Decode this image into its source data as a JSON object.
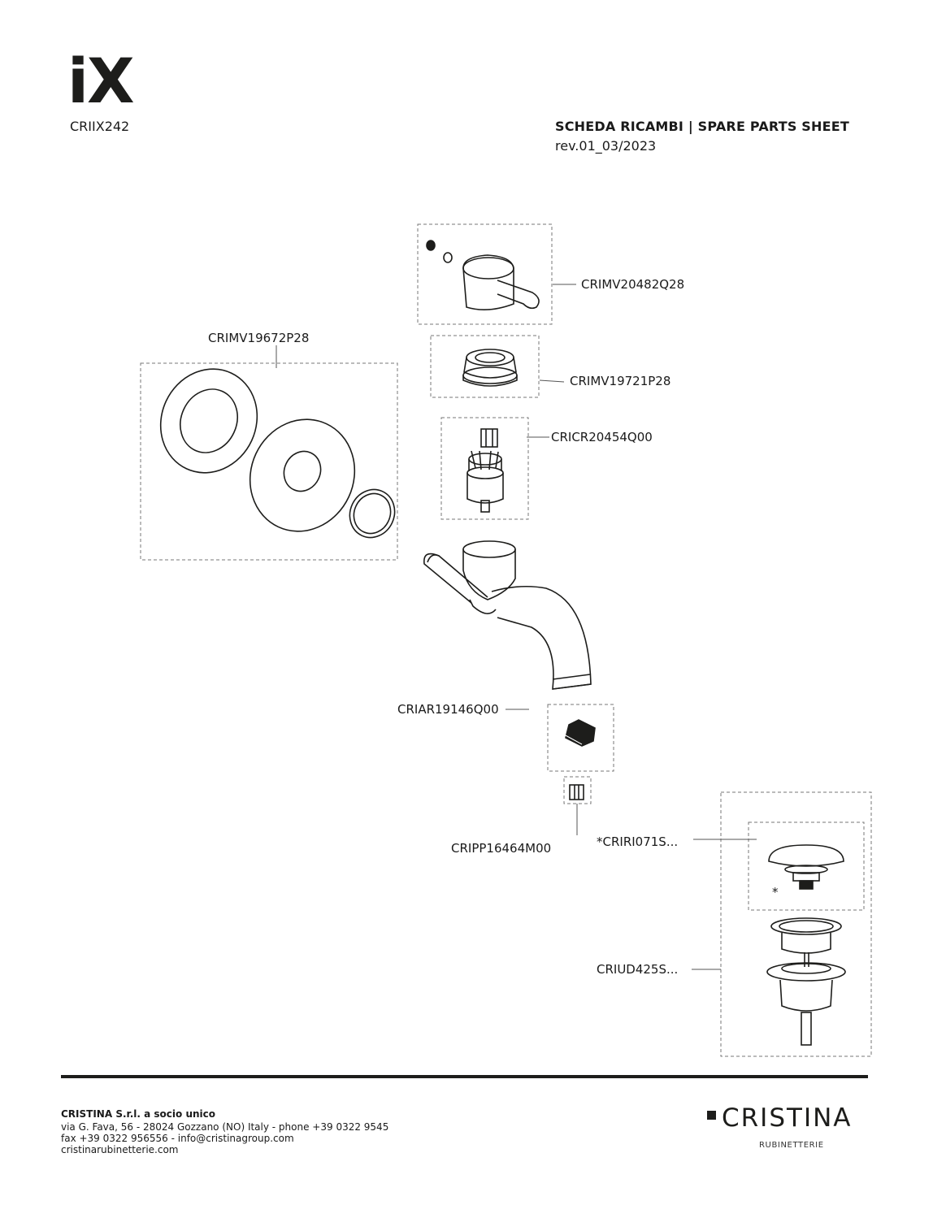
{
  "header": {
    "brand": "iX",
    "product_code": "CRIIX242",
    "sheet_title": "SCHEDA RICAMBI | SPARE PARTS SHEET",
    "revision": "rev.01_03/2023"
  },
  "parts": {
    "handle": "CRIMV20482Q28",
    "cover_plates": "CRIMV19672P28",
    "bonnet": "CRIMV19721P28",
    "cartridge": "CRICR20454Q00",
    "aerator": "CRIAR19146Q00",
    "plug": "CRIPP16464M00",
    "pop_up_cap": "*CRIRI071S...",
    "waste": "CRIUD425S...",
    "asterisk": "*"
  },
  "footer": {
    "company": "CRISTINA S.r.l. a socio unico",
    "address": "via G. Fava, 56 - 28024 Gozzano (NO) Italy - phone +39 0322 9545",
    "contacts": "fax +39 0322 956556 - info@cristinagroup.com",
    "website": "cristinarubinetterie.com",
    "logo_text": "CRISTINA",
    "logo_sub": "RUBINETTERIE"
  }
}
